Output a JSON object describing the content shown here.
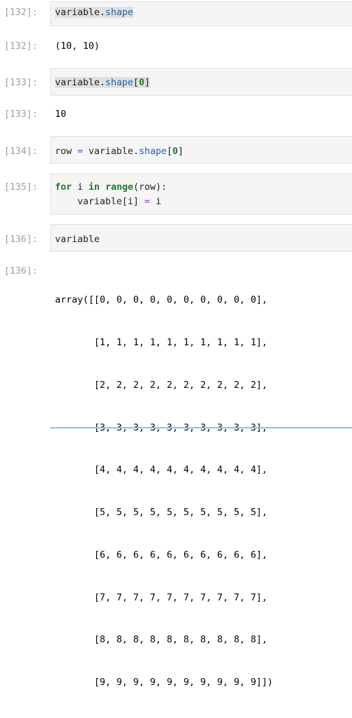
{
  "cells": [
    {
      "in_prompt": "[132]:",
      "in_parts": [
        "variable.",
        "shape"
      ],
      "out_prompt": "[132]:",
      "out_text": "(10, 10)"
    },
    {
      "in_prompt": "[133]:",
      "in_parts": [
        "variable.",
        "shape",
        "[",
        "0",
        "]"
      ],
      "out_prompt": "[133]:",
      "out_text": "10"
    },
    {
      "in_prompt": "[134]:",
      "in_parts": [
        "row ",
        "=",
        " variable.",
        "shape",
        "[",
        "0",
        "]"
      ]
    },
    {
      "in_prompt": "[135]:",
      "in_line1_parts": [
        "for",
        " i ",
        "in",
        " ",
        "range",
        "(row):"
      ],
      "in_line2_parts": [
        "    variable[i] ",
        "=",
        " i"
      ]
    },
    {
      "in_prompt": "[136]:",
      "in_text": "variable",
      "out_prompt": "[136]:",
      "out_lines": [
        "array([[0, 0, 0, 0, 0, 0, 0, 0, 0, 0],",
        "       [1, 1, 1, 1, 1, 1, 1, 1, 1, 1],",
        "       [2, 2, 2, 2, 2, 2, 2, 2, 2, 2],",
        "       [3, 3, 3, 3, 3, 3, 3, 3, 3, 3],",
        "       [4, 4, 4, 4, 4, 4, 4, 4, 4, 4],",
        "       [5, 5, 5, 5, 5, 5, 5, 5, 5, 5],",
        "       [6, 6, 6, 6, 6, 6, 6, 6, 6, 6],",
        "       [7, 7, 7, 7, 7, 7, 7, 7, 7, 7],",
        "       [8, 8, 8, 8, 8, 8, 8, 8, 8, 8],",
        "       [9, 9, 9, 9, 9, 9, 9, 9, 9, 9]])"
      ]
    }
  ]
}
